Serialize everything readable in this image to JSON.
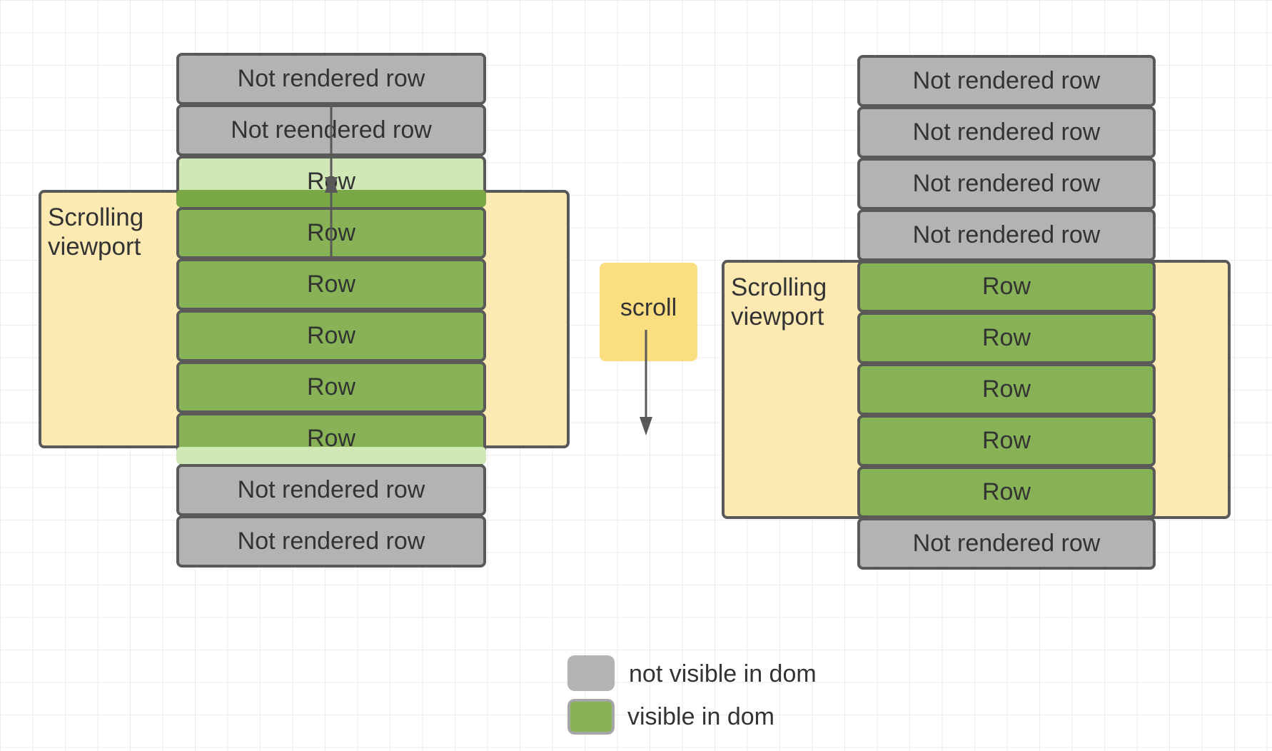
{
  "left_diagram": {
    "viewport_label": "Scrolling\nviewport",
    "rows": [
      {
        "label": "Not rendered row",
        "state": "not-rendered"
      },
      {
        "label": "Not reendered row",
        "state": "not-rendered"
      },
      {
        "label": "Row",
        "state": "buffer"
      },
      {
        "label": "Row",
        "state": "rendered"
      },
      {
        "label": "Row",
        "state": "rendered"
      },
      {
        "label": "Row",
        "state": "rendered"
      },
      {
        "label": "Row",
        "state": "rendered"
      },
      {
        "label": "Row",
        "state": "rendered"
      },
      {
        "label": "Not rendered row",
        "state": "not-rendered"
      },
      {
        "label": "Not rendered row",
        "state": "not-rendered"
      }
    ]
  },
  "scroll_box": {
    "label": "scroll"
  },
  "right_diagram": {
    "viewport_label": "Scrolling\nviewport",
    "rows": [
      {
        "label": "Not rendered row",
        "state": "not-rendered"
      },
      {
        "label": "Not rendered row",
        "state": "not-rendered"
      },
      {
        "label": "Not rendered row",
        "state": "not-rendered"
      },
      {
        "label": "Not rendered row",
        "state": "not-rendered"
      },
      {
        "label": "Row",
        "state": "rendered"
      },
      {
        "label": "Row",
        "state": "rendered"
      },
      {
        "label": "Row",
        "state": "rendered"
      },
      {
        "label": "Row",
        "state": "rendered"
      },
      {
        "label": "Row",
        "state": "rendered"
      },
      {
        "label": "Not rendered row",
        "state": "not-rendered"
      }
    ]
  },
  "legend": {
    "not_visible": {
      "label": "not visible in dom",
      "color": "#b3b3b3"
    },
    "visible": {
      "label": "visible in dom",
      "color": "#87b255"
    }
  },
  "colors": {
    "viewport_fill": "#fdeab2",
    "row_gray": "#b3b3b3",
    "row_green": "#87b255",
    "row_buffer": "#d0e8b5",
    "scroll_fill": "#fade80",
    "stroke": "#595959"
  }
}
